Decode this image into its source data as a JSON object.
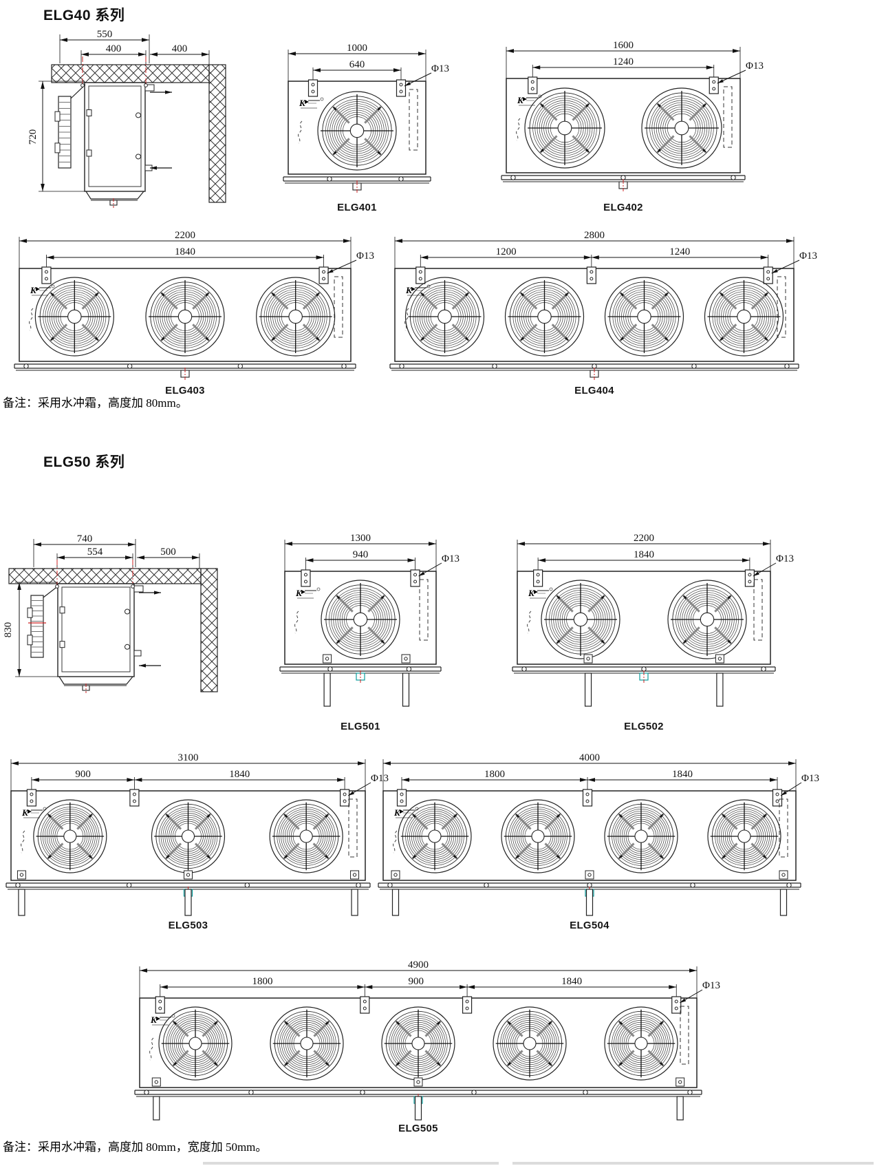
{
  "sections": [
    {
      "title": "ELG40 系列",
      "note": "备注：采用水冲霜，高度加 80mm。"
    },
    {
      "title": "ELG50 系列",
      "note": "备注：采用水冲霜，高度加 80mm，宽度加 50mm。"
    }
  ],
  "brand": {
    "mark": "K"
  },
  "side_views": [
    {
      "series": "ELG40",
      "top_outer": "550",
      "top_inner": "400",
      "side_clearance": "400",
      "height": "720"
    },
    {
      "series": "ELG50",
      "top_outer": "740",
      "top_inner": "554",
      "side_clearance": "500",
      "height": "830"
    }
  ],
  "units": [
    {
      "label": "ELG401",
      "fans": 1,
      "overall": "1000",
      "spacings": [
        "640"
      ],
      "hole": "Φ13",
      "legs": false
    },
    {
      "label": "ELG402",
      "fans": 2,
      "overall": "1600",
      "spacings": [
        "1240"
      ],
      "hole": "Φ13",
      "legs": false
    },
    {
      "label": "ELG403",
      "fans": 3,
      "overall": "2200",
      "spacings": [
        "1840"
      ],
      "hole": "Φ13",
      "legs": false
    },
    {
      "label": "ELG404",
      "fans": 4,
      "overall": "2800",
      "spacings": [
        "1200",
        "1240"
      ],
      "hole": "Φ13",
      "legs": false
    },
    {
      "label": "ELG501",
      "fans": 1,
      "overall": "1300",
      "spacings": [
        "940"
      ],
      "hole": "Φ13",
      "legs": true
    },
    {
      "label": "ELG502",
      "fans": 2,
      "overall": "2200",
      "spacings": [
        "1840"
      ],
      "hole": "Φ13",
      "legs": true
    },
    {
      "label": "ELG503",
      "fans": 3,
      "overall": "3100",
      "spacings": [
        "900",
        "1840"
      ],
      "hole": "Φ13",
      "legs": true
    },
    {
      "label": "ELG504",
      "fans": 4,
      "overall": "4000",
      "spacings": [
        "1800",
        "1840"
      ],
      "hole": "Φ13",
      "legs": true
    },
    {
      "label": "ELG505",
      "fans": 5,
      "overall": "4900",
      "spacings": [
        "1800",
        "900",
        "1840"
      ],
      "hole": "Φ13",
      "legs": true
    }
  ]
}
